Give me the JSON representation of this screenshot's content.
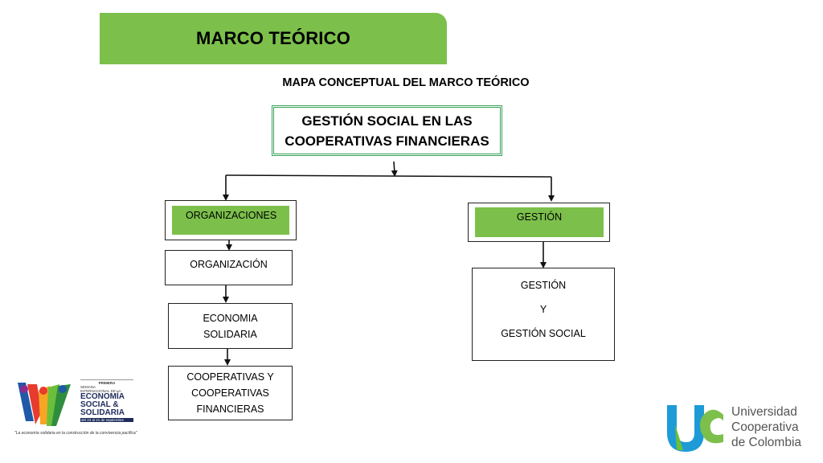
{
  "header": {
    "title": "MARCO TEÓRICO",
    "subtitle": "MAPA CONCEPTUAL DEL MARCO TEÓRICO"
  },
  "diagram": {
    "root": {
      "line1": "GESTIÓN SOCIAL EN LAS",
      "line2": "COOPERATIVAS FINANCIERAS"
    },
    "left_branch": {
      "header": "ORGANIZACIONES",
      "items": [
        {
          "lines": [
            "ORGANIZACIÓN"
          ]
        },
        {
          "lines": [
            "ECONOMIA",
            "SOLIDARIA"
          ]
        },
        {
          "lines": [
            "COOPERATIVAS Y",
            "COOPERATIVAS",
            "FINANCIERAS"
          ]
        }
      ]
    },
    "right_branch": {
      "header": "GESTIÓN",
      "item": {
        "lines": [
          "GESTIÓN",
          "Y",
          "GESTIÓN SOCIAL"
        ]
      }
    }
  },
  "logos": {
    "event": {
      "small": "PRIMERA",
      "line1": "SEMANA",
      "line2": "INTERNACIONAL DE LA",
      "line3": "ECONOMÍA",
      "line4": "SOCIAL &",
      "line5": "SOLIDARIA",
      "dates": "del 23 al 21 de septiembre",
      "motto": "\"La economía solidaria en la construcción de la convivencia pacífica\""
    },
    "university": {
      "line1": "Universidad",
      "line2": "Cooperativa",
      "line3": "de Colombia"
    }
  },
  "colors": {
    "accent_green": "#7cc04b",
    "double_border_green": "#3aa35a",
    "uni_blue": "#1e9bd7",
    "uni_green": "#7cc04b"
  }
}
